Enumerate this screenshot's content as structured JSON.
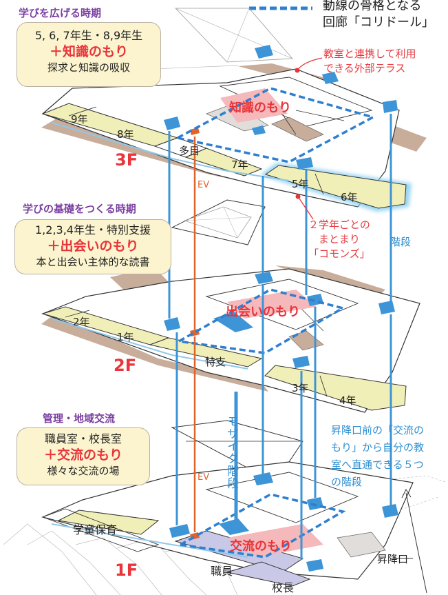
{
  "legend": {
    "line1": "動線の骨格となる",
    "line2": "回廊「コリドール」",
    "color": "#2e7fd0"
  },
  "colors": {
    "corridor_blue": "#2e7fd0",
    "stair_blue": "#3d94d6",
    "ev_orange": "#e0632c",
    "mori_pink": "#f5b8bb",
    "terrace_brown": "#c8ad9b",
    "class_yellow": "#f1efb8",
    "highlight_red": "#e8343a",
    "phase_purple": "#7b3fa0",
    "commons_glow": "#8fd0f0",
    "office_lavender": "#c9c8e6"
  },
  "floors": {
    "f3": {
      "label": "3F",
      "phase": "学びを広げる時期",
      "card_line1": "5, 6, 7年生・8,9年生",
      "card_line2": "＋知識のもり",
      "card_line3": "探求と知識の吸収",
      "mori": "知識のもり",
      "rooms": {
        "g9": "9年",
        "g8": "8年",
        "multi": "多目",
        "g7": "7年",
        "g5": "5年",
        "g6": "6年"
      }
    },
    "f2": {
      "label": "2F",
      "phase": "学びの基礎をつくる時期",
      "card_line1": "1,2,3,4年生・特別支援",
      "card_line2": "＋出会いのもり",
      "card_line3": "本と出会い主体的な読書",
      "mori": "出会いのもり",
      "rooms": {
        "g2": "2年",
        "g1": "1年",
        "special": "特支",
        "g3": "3年",
        "g4": "4年"
      }
    },
    "f1": {
      "label": "1F",
      "phase": "管理・地域交流",
      "card_line1": "職員室・校長室",
      "card_line2": "＋交流のもり",
      "card_line3": "様々な交流の場",
      "mori": "交流のもり",
      "rooms": {
        "childcare": "学童保育",
        "staff": "職員",
        "principal": "校長",
        "entrance": "昇降口"
      }
    }
  },
  "annotations": {
    "terrace_line1": "教室と連携して利用",
    "terrace_line2": "できる外部テラス",
    "commons_line1": "２学年ごとの",
    "commons_line2": "まとまり",
    "commons_line3": "「コモンズ」",
    "stairs": "階段",
    "ev_upper": "EV",
    "ev_lower": "EV",
    "mosaic": "モザイク階段",
    "five_stairs_line1": "昇降口前の「交流の",
    "five_stairs_line2": "もり」から自分の教",
    "five_stairs_line3": "室へ直通できる５つ",
    "five_stairs_line4": "の階段"
  }
}
